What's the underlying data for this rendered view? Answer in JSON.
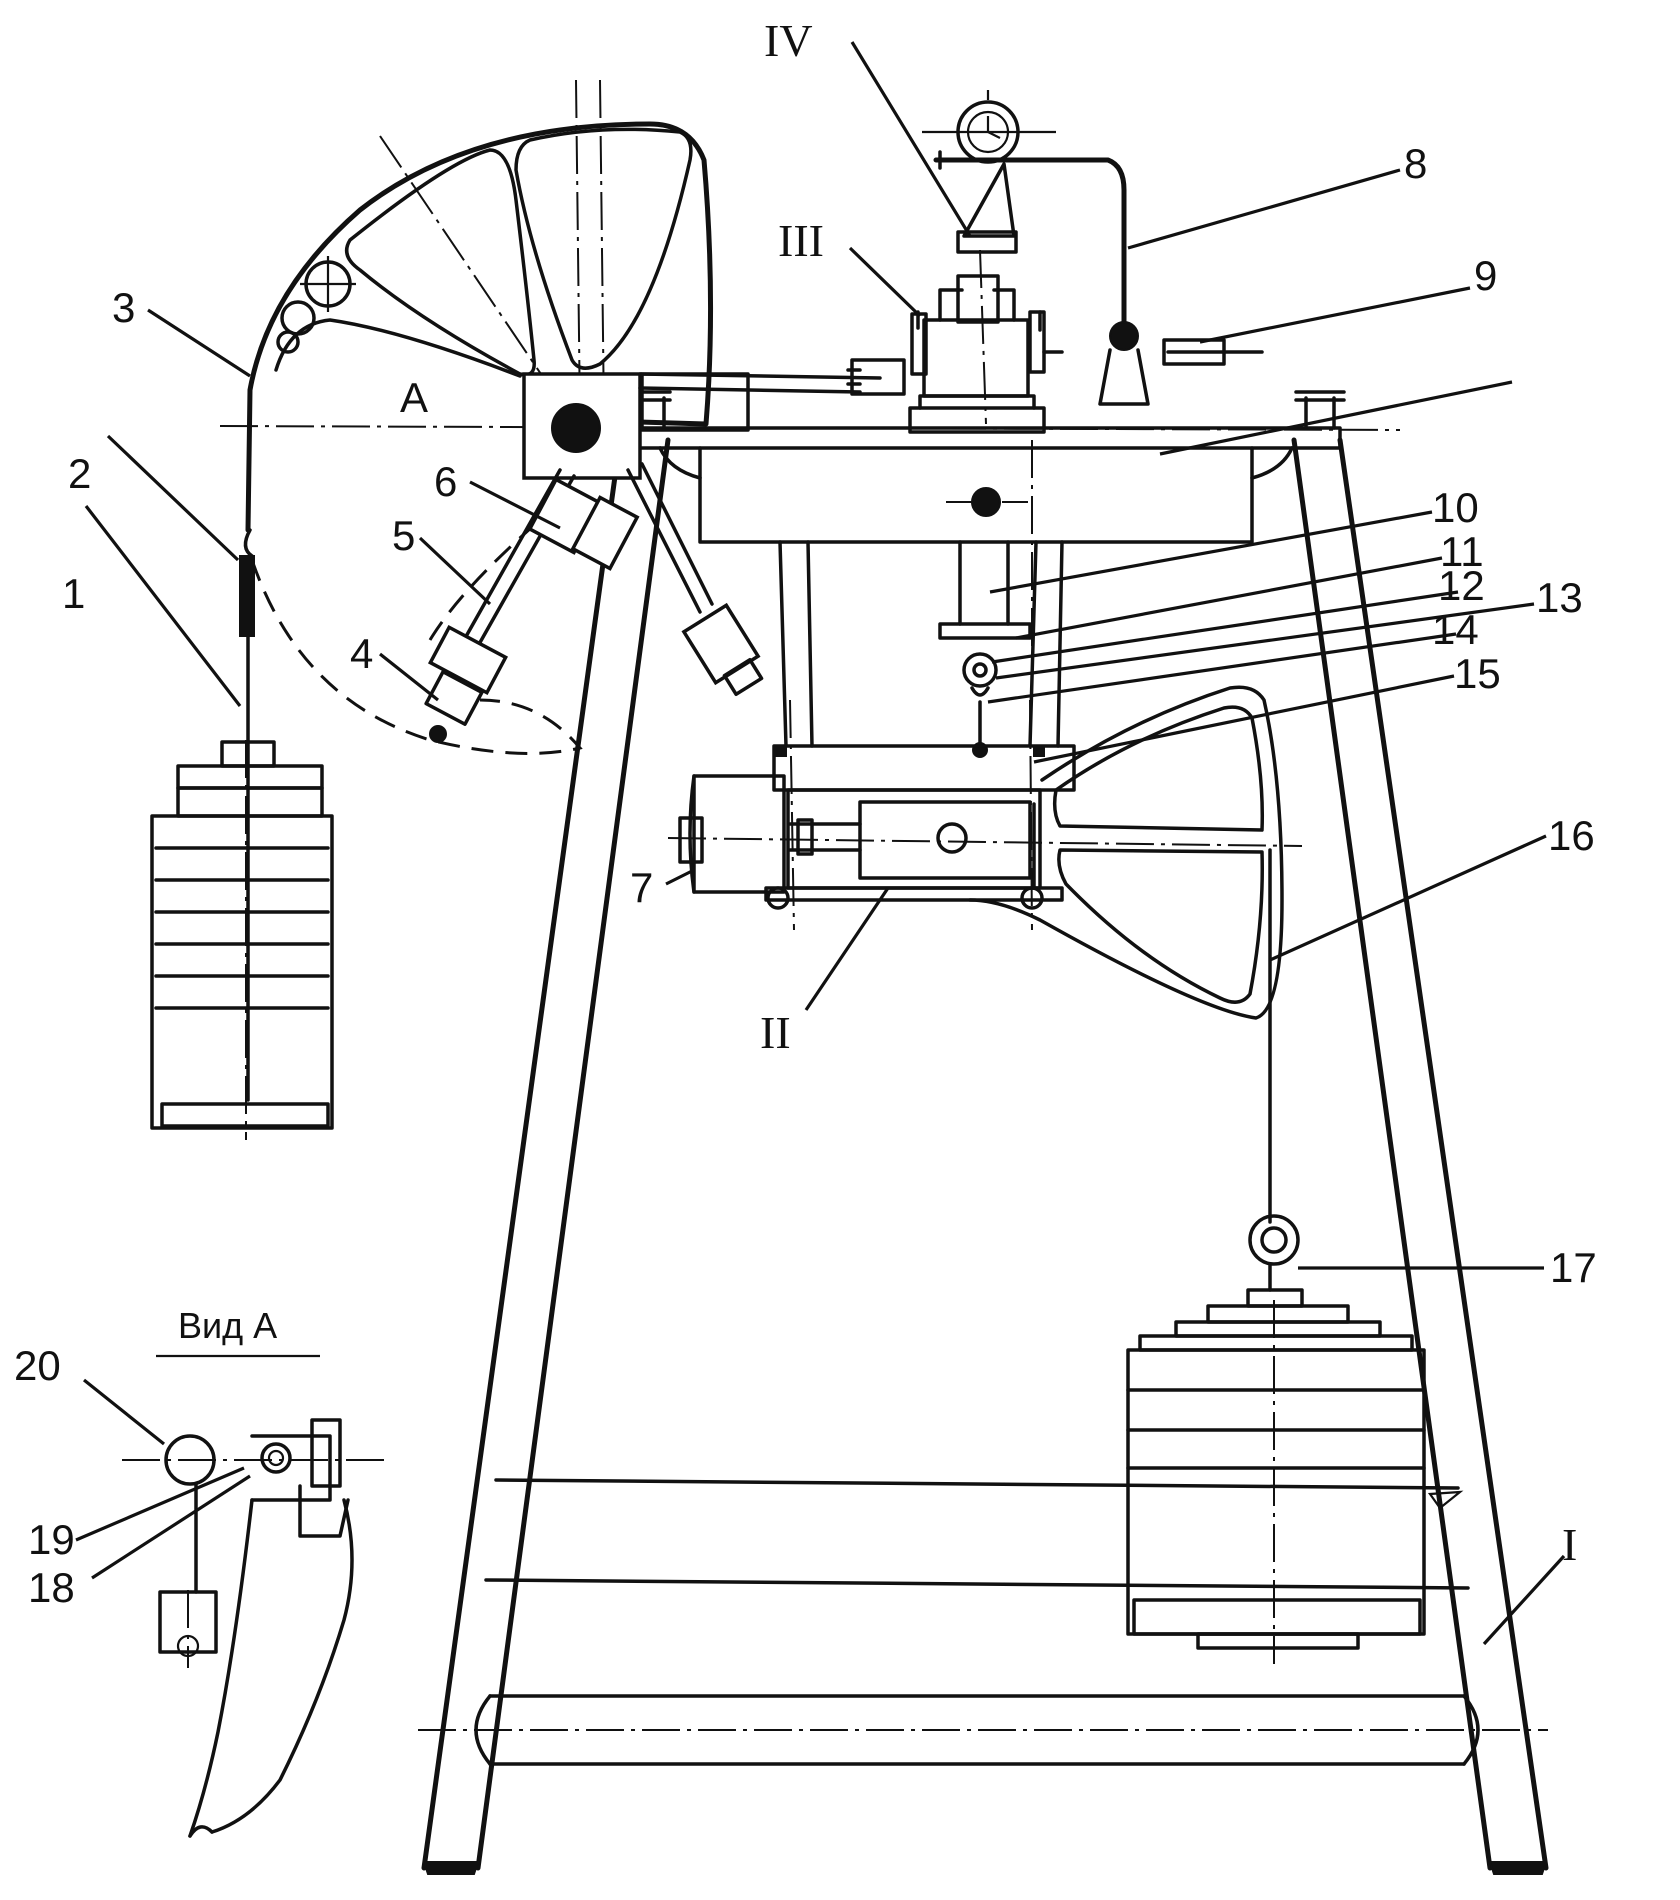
{
  "labels": {
    "n1": "1",
    "n2": "2",
    "n3": "3",
    "n4": "4",
    "n5": "5",
    "n6": "6",
    "n7": "7",
    "n8": "8",
    "n9": "9",
    "n10": "10",
    "n11": "11",
    "n12": "12",
    "n13": "13",
    "n14": "14",
    "n15": "15",
    "n16": "16",
    "n17": "17",
    "n18": "18",
    "n19": "19",
    "n20": "20",
    "rI": "I",
    "rII": "II",
    "rIII": "III",
    "rIV": "IV",
    "a": "A",
    "view_a": "Вид А"
  },
  "colors": {
    "ink": "#111111",
    "paper": "#ffffff"
  }
}
